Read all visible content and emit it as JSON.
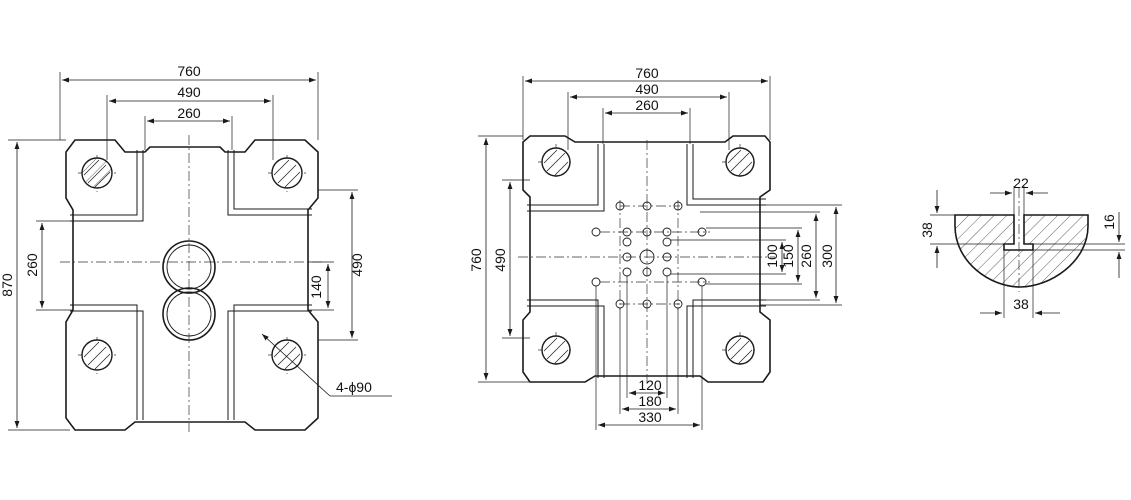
{
  "dimensions": {
    "left_width_760": "760",
    "left_width_490": "490",
    "left_width_260": "260",
    "left_height_870": "870",
    "left_height_260": "260",
    "left_height_490": "490",
    "left_height_140": "140",
    "left_hole_callout": "4-ϕ90",
    "mid_width_760": "760",
    "mid_width_490": "490",
    "mid_width_260": "260",
    "mid_height_760": "760",
    "mid_height_490": "490",
    "mid_height_100": "100",
    "mid_height_150": "150",
    "mid_height_260": "260",
    "mid_height_300": "300",
    "mid_bottom_120": "120",
    "mid_bottom_180": "180",
    "mid_bottom_330": "330",
    "section_top_22": "22",
    "section_left_38": "38",
    "section_right_16": "16",
    "section_bottom_38": "38"
  },
  "colors": {
    "line": "#1a1a1a",
    "background": "#ffffff"
  }
}
